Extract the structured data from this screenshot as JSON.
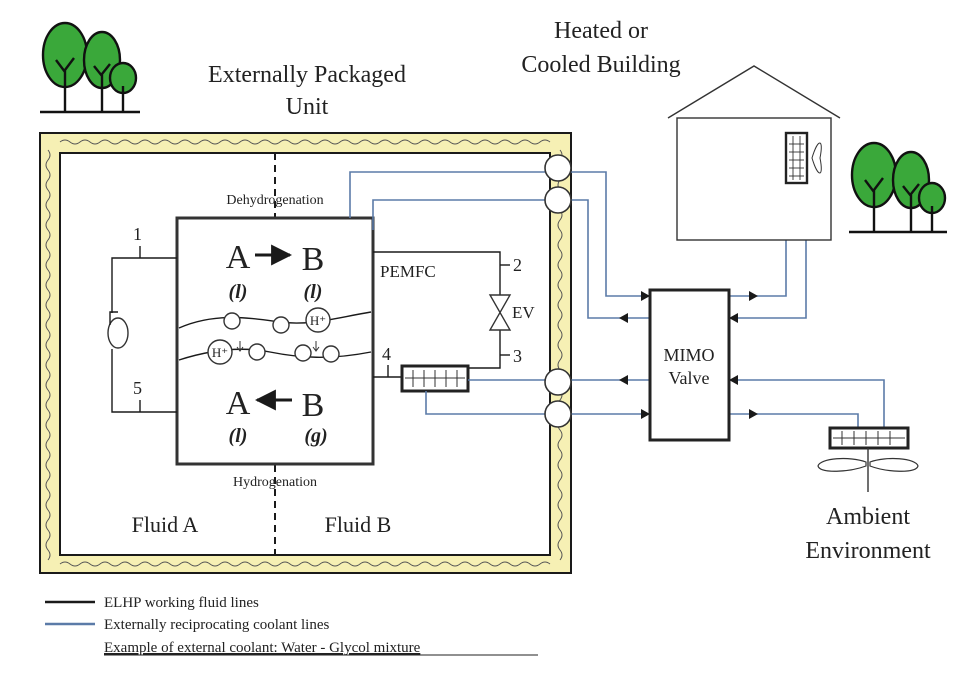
{
  "labels": {
    "unit_title_1": "Externally Packaged",
    "unit_title_2": "Unit",
    "building_title_1": "Heated or",
    "building_title_2": "Cooled Building",
    "dehydrogenation": "Dehydrogenation",
    "hydrogenation": "Hydrogenation",
    "a_top": "A",
    "b_top": "B",
    "a_top_state": "(l)",
    "b_top_state": "(l)",
    "a_bottom": "A",
    "b_bottom": "B",
    "a_bottom_state": "(l)",
    "b_bottom_state": "(g)",
    "hplus_1": "H⁺",
    "hplus_2": "H⁺",
    "pemfc": "PEMFC",
    "ev": "EV",
    "node_1": "1",
    "node_2": "2",
    "node_3": "3",
    "node_4": "4",
    "node_5": "5",
    "mimo_1": "MIMO",
    "mimo_2": "Valve",
    "fluid_a": "Fluid A",
    "fluid_b": "Fluid B",
    "ambient_1": "Ambient",
    "ambient_2": "Environment"
  },
  "legend": {
    "black_line": "ELHP working fluid lines",
    "blue_line": "Externally reciprocating coolant lines",
    "example": "Example of external coolant: Water - Glycol mixture"
  },
  "colors": {
    "insulation": "#f6f0b4",
    "coolant_line": "#5b7ba8",
    "fluid_line": "#1a1a1a",
    "tree": "#3aa83a"
  }
}
